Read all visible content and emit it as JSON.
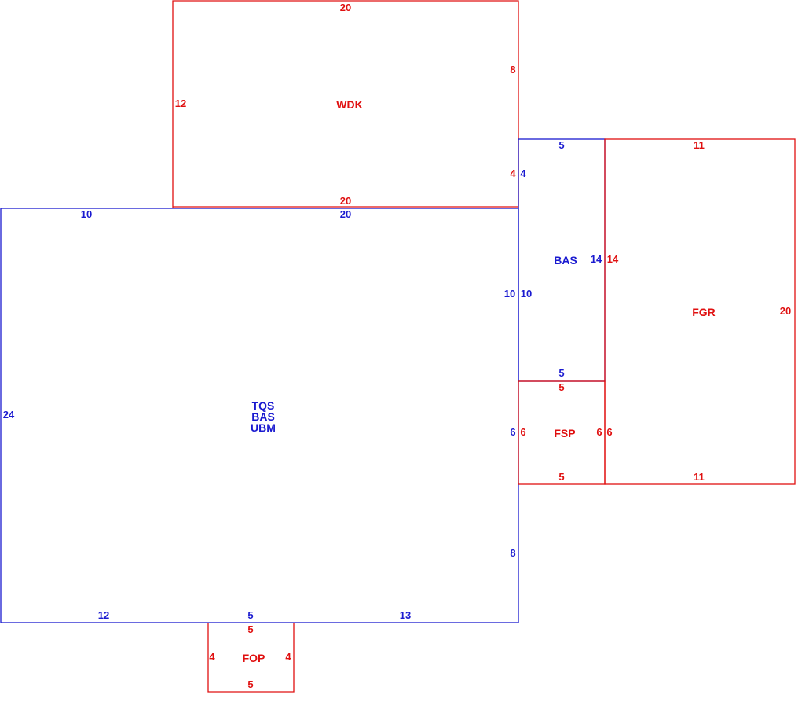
{
  "colors": {
    "blue": "#1a1ad0",
    "red": "#e01010"
  },
  "sections": {
    "main": {
      "codes": [
        "TQS",
        "BAS",
        "UBM"
      ],
      "dims": {
        "top_left": "10",
        "top": "20",
        "left": "24",
        "right_upper": "10",
        "right_mid": "6",
        "right_lower": "8",
        "bottom_left": "12",
        "bottom_mid": "5",
        "bottom_right": "13"
      }
    },
    "wdk": {
      "code": "WDK",
      "dims": {
        "top": "20",
        "left": "12",
        "right_upper": "8",
        "right_lower": "4",
        "bottom": "20"
      }
    },
    "bas": {
      "code": "BAS",
      "dims": {
        "top": "5",
        "left_upper": "4",
        "left_lower": "10",
        "right": "14",
        "bottom": "5"
      }
    },
    "fgr": {
      "code": "FGR",
      "dims": {
        "top": "11",
        "left_upper": "14",
        "left_lower": "6",
        "right": "20",
        "bottom": "11"
      }
    },
    "fsp": {
      "code": "FSP",
      "dims": {
        "top": "5",
        "left": "6",
        "right": "6",
        "bottom": "5"
      }
    },
    "fop": {
      "code": "FOP",
      "dims": {
        "top": "5",
        "left": "4",
        "right": "4",
        "bottom": "5"
      }
    }
  }
}
